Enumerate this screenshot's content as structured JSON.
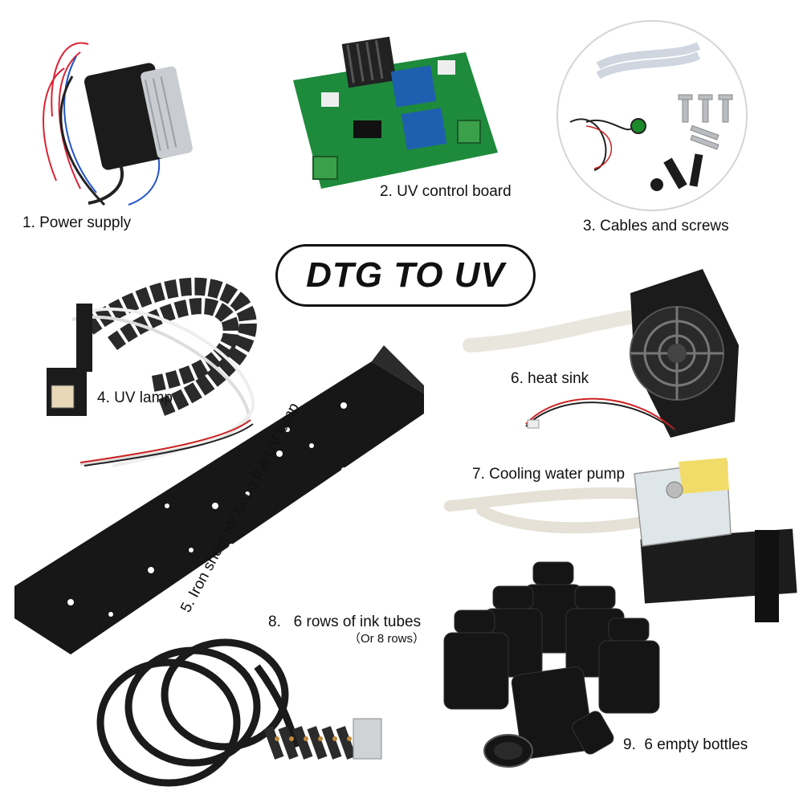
{
  "title": "DTG TO UV",
  "items": [
    {
      "label": "1. Power supply",
      "icon": "power-supply-icon"
    },
    {
      "label": "2. UV control board",
      "icon": "control-board-icon"
    },
    {
      "label": "3. Cables and screws",
      "icon": "cables-screws-icon"
    },
    {
      "label": "4. UV lamp",
      "icon": "uv-lamp-icon"
    },
    {
      "label": "5. Iron sheet for fixing the UV lamp",
      "icon": "iron-sheet-icon"
    },
    {
      "label": "6. heat sink",
      "icon": "heat-sink-icon"
    },
    {
      "label": "7. Cooling water pump",
      "icon": "water-pump-icon"
    },
    {
      "label": "8.   6 rows of ink tubes",
      "sublabel": "（Or 8 rows）",
      "icon": "ink-tubes-icon"
    },
    {
      "label": "9.  6 empty bottles",
      "icon": "bottles-icon"
    }
  ],
  "colors": {
    "text": "#111111",
    "metal": "#1a1a1a",
    "pcb": "#1e8a3c",
    "relay": "#1f5fb0"
  }
}
